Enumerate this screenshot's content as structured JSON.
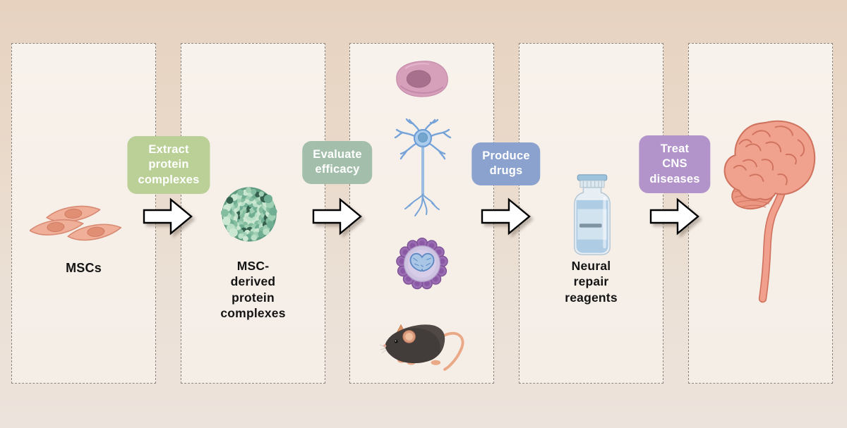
{
  "steps": [
    {
      "label": "Extract\nprotein\ncomplexes",
      "color": "#bad097"
    },
    {
      "label": "Evaluate\nefficacy",
      "color": "#a3bfac"
    },
    {
      "label": "Produce\ndrugs",
      "color": "#8ba2ce"
    },
    {
      "label": "Treat\nCNS\ndiseases",
      "color": "#b294cb"
    }
  ],
  "panels": [
    {
      "caption": "MSCs",
      "icons": [
        "msc-cells-icon"
      ]
    },
    {
      "caption": "MSC-\nderived\nprotein\ncomplexes",
      "icons": [
        "protein-complex-icon"
      ]
    },
    {
      "caption": "",
      "icons": [
        "cell-icon",
        "neuron-icon",
        "organoid-icon",
        "mouse-icon"
      ]
    },
    {
      "caption": "Neural\nrepair\nreagents",
      "icons": [
        "reagent-vial-icon"
      ]
    },
    {
      "caption": "",
      "icons": [
        "brain-spinal-cord-icon"
      ]
    }
  ],
  "colors": {
    "arrow_fill": "#ffffff",
    "arrow_outline": "#000000",
    "panel_border": "#8b857e",
    "background_top": "#e7d2c0",
    "background_bottom": "#ece3dc"
  }
}
